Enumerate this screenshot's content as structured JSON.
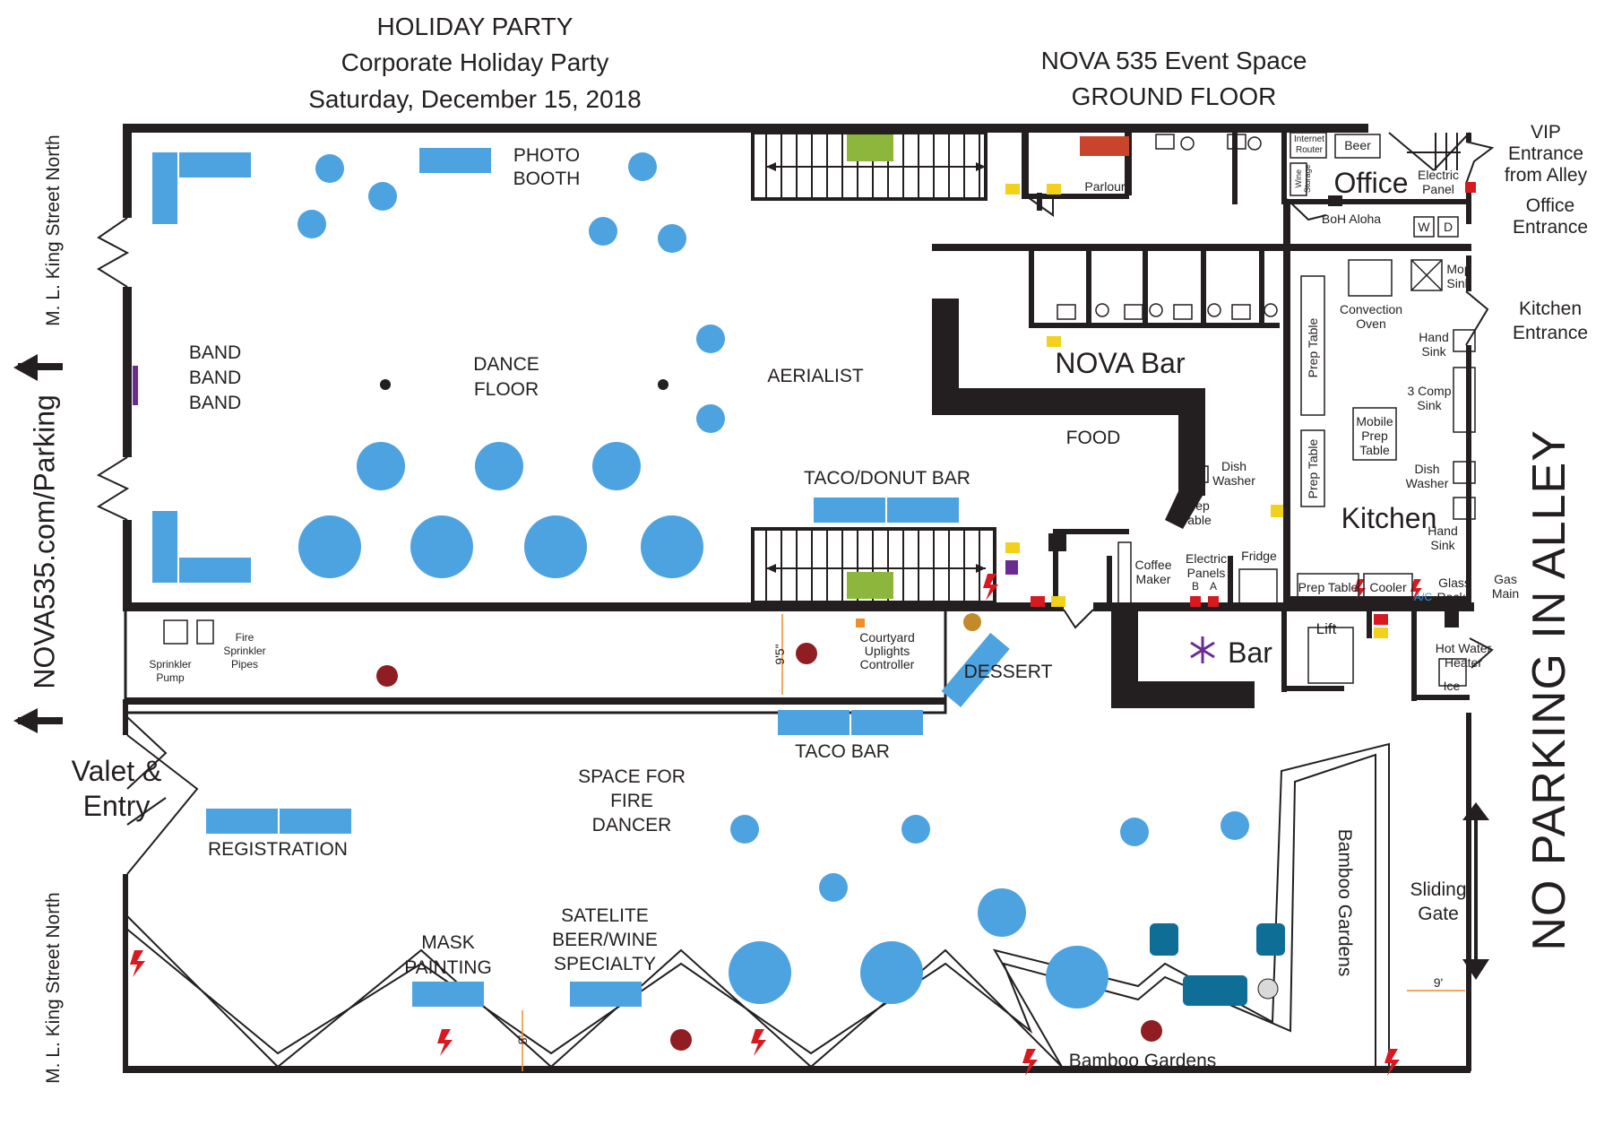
{
  "header": {
    "event_title": "HOLIDAY PARTY",
    "event_subtitle": "Corporate Holiday Party",
    "event_date": "Saturday, December 15, 2018",
    "venue_name": "NOVA 535 Event Space",
    "floor_name": "GROUND FLOOR"
  },
  "streets": {
    "left_upper": "M. L. King Street North",
    "left_lower": "M. L. King Street North",
    "parking": "NOVA535.com/Parking",
    "alley": "NO PARKING IN ALLEY"
  },
  "entrances": {
    "valet_line1": "Valet &",
    "valet_line2": "Entry",
    "vip_line1": "VIP",
    "vip_line2": "Entrance",
    "vip_line3": "from Alley",
    "office_line1": "Office",
    "office_line2": "Entrance",
    "kitchen_line1": "Kitchen",
    "kitchen_line2": "Entrance",
    "sliding_line1": "Sliding",
    "sliding_line2": "Gate"
  },
  "areas": {
    "band": [
      "BAND",
      "BAND",
      "BAND"
    ],
    "dance_floor": [
      "DANCE",
      "FLOOR"
    ],
    "photo_booth": [
      "PHOTO",
      "BOOTH"
    ],
    "aerialist": "AERIALIST",
    "nova_bar": "NOVA Bar",
    "food": "FOOD",
    "taco_donut_bar": "TACO/DONUT BAR",
    "dessert": "DESSERT",
    "taco_bar": "TACO BAR",
    "fire_dancer": [
      "SPACE FOR",
      "FIRE",
      "DANCER"
    ],
    "registration": "REGISTRATION",
    "mask_painting": [
      "MASK",
      "PAINTING"
    ],
    "satelite": [
      "SATELITE",
      "BEER/WINE",
      "SPECIALTY"
    ],
    "bamboo_gardens_vertical": "Bamboo Gardens",
    "bamboo_gardens_bottom": "Bamboo Gardens",
    "office": "Office",
    "kitchen": "Kitchen",
    "bar": "Bar",
    "lift": "Lift",
    "parlour": "Parlour"
  },
  "fixtures": {
    "internet_router": [
      "Internet",
      "Router"
    ],
    "beer": "Beer",
    "wine_storage": [
      "Wine",
      "Storage"
    ],
    "electric_panel": [
      "Electric",
      "Panel"
    ],
    "boh_aloha": "BoH Aloha",
    "washer": "W",
    "dryer": "D",
    "convection_oven": [
      "Convection",
      "Oven"
    ],
    "mop_sink": [
      "Mop",
      "Sink"
    ],
    "hand_sink_1": [
      "Hand",
      "Sink"
    ],
    "comp_sink": [
      "3 Comp",
      "Sink"
    ],
    "mobile_prep": [
      "Mobile",
      "Prep",
      "Table"
    ],
    "dish_washer_kitchen": [
      "Dish",
      "Washer"
    ],
    "hand_sink_2": [
      "Hand",
      "Sink"
    ],
    "prep_table_v1": "Prep Table",
    "prep_table_v2": "Prep Table",
    "dish_washer_bar": [
      "Dish",
      "Washer"
    ],
    "prep_table_bar": [
      "Prep",
      "Table"
    ],
    "coffee_maker": [
      "Coffee",
      "Maker"
    ],
    "electric_panels": [
      "Electric",
      "Panels"
    ],
    "panel_b": "B",
    "panel_a": "A",
    "fridge": "Fridge",
    "prep_table_h": "Prep Table",
    "cooler": "Cooler",
    "ac": "A/C",
    "glass_racks": [
      "Glass",
      "Racks"
    ],
    "gas_main": [
      "Gas",
      "Main"
    ],
    "hot_water": [
      "Hot Water",
      "Heater"
    ],
    "ice": "Ice",
    "sprinkler_pump": [
      "Sprinkler",
      "Pump"
    ],
    "fire_sprinkler": [
      "Fire",
      "Sprinkler",
      "Pipes"
    ],
    "courtyard_uplights": [
      "Courtyard",
      "Uplights",
      "Controller"
    ]
  },
  "dimensions": {
    "corridor_height": "9'5\"",
    "zigzag_depth": "8'",
    "alley_width": "9'"
  },
  "colors": {
    "wall": "#231f20",
    "table_blue": "#4da3e0",
    "sofa_teal": "#0e6e96",
    "stage_green": "#8cb63c",
    "accent_red": "#d71920",
    "accent_yellow": "#f1d11c",
    "accent_purple": "#6a2c91",
    "accent_orange": "#f28c28",
    "parlour_red": "#c8452b"
  }
}
